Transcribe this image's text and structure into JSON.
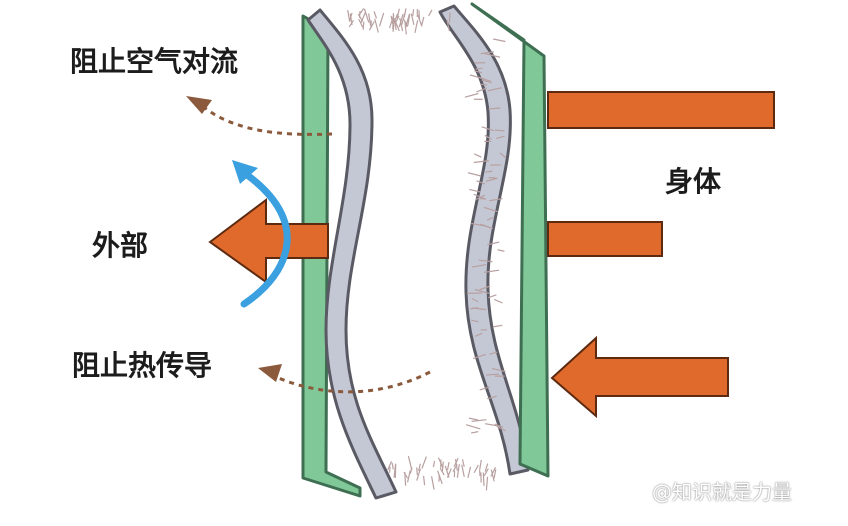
{
  "labels": {
    "block_convection": "阻止空气对流",
    "outside": "外部",
    "block_conduction": "阻止热传导",
    "body": "身体"
  },
  "watermark": "@知识就是力量",
  "colors": {
    "green_layer": "#80c897",
    "gray_layer": "#c4c8d4",
    "heat_arrow": "#e06a2c",
    "airflow_arrow": "#3aa0e0",
    "dashed_arrow": "#8b5a3c",
    "fiber": "#b8a0a0"
  },
  "icons": {
    "heat_arrow": "arrow-left",
    "airflow": "curved-arrow-up",
    "dashed": "dashed-curved-arrow"
  }
}
